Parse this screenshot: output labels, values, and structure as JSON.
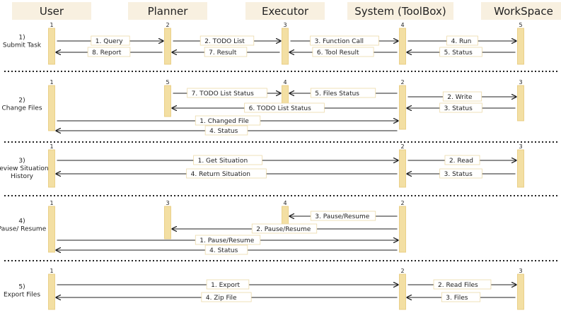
{
  "colors": {
    "header_fill": "#f8f0e0",
    "bar_fill": "#f3dfa3",
    "bar_stroke": "#e7c978",
    "label_box_stroke": "#ecd9a8",
    "arrow": "#1f1f1f",
    "text": "#222222",
    "separator": "#222222"
  },
  "actors": [
    {
      "key": "user",
      "name": "User"
    },
    {
      "key": "planner",
      "name": "Planner"
    },
    {
      "key": "executor",
      "name": "Executor"
    },
    {
      "key": "toolbox",
      "name": "System (ToolBox)"
    },
    {
      "key": "workspace",
      "name": "WorkSpace"
    }
  ],
  "sections": [
    {
      "label": [
        "1)",
        "Submit Task"
      ],
      "bars": [
        {
          "actor": "user",
          "number": "1"
        },
        {
          "actor": "planner",
          "number": "2"
        },
        {
          "actor": "executor",
          "number": "3"
        },
        {
          "actor": "toolbox",
          "number": "4"
        },
        {
          "actor": "workspace",
          "number": "5"
        }
      ],
      "messages": [
        {
          "from": "user",
          "to": "planner",
          "text": "1. Query"
        },
        {
          "from": "planner",
          "to": "executor",
          "text": "2. TODO List"
        },
        {
          "from": "executor",
          "to": "toolbox",
          "text": "3. Function Call"
        },
        {
          "from": "toolbox",
          "to": "workspace",
          "text": "4. Run"
        },
        {
          "from": "planner",
          "to": "user",
          "text": "8. Report"
        },
        {
          "from": "executor",
          "to": "planner",
          "text": "7. Result"
        },
        {
          "from": "toolbox",
          "to": "executor",
          "text": "6. Tool Result"
        },
        {
          "from": "workspace",
          "to": "toolbox",
          "text": "5. Status"
        }
      ]
    },
    {
      "label": [
        "2)",
        "Change Files"
      ],
      "bars": [
        {
          "actor": "user",
          "number": "1"
        },
        {
          "actor": "planner",
          "number": "5"
        },
        {
          "actor": "executor",
          "number": "4"
        },
        {
          "actor": "toolbox",
          "number": "2"
        },
        {
          "actor": "workspace",
          "number": "3"
        }
      ],
      "messages": [
        {
          "from": "planner",
          "to": "executor",
          "text": "7. TODO List Status"
        },
        {
          "from": "toolbox",
          "to": "executor",
          "text": "5. Files Status"
        },
        {
          "from": "toolbox",
          "to": "workspace",
          "text": "2. Write"
        },
        {
          "from": "toolbox",
          "to": "planner",
          "text": "6. TODO List Status"
        },
        {
          "from": "workspace",
          "to": "toolbox",
          "text": "3. Status"
        },
        {
          "from": "user",
          "to": "toolbox",
          "text": "1. Changed File"
        },
        {
          "from": "toolbox",
          "to": "user",
          "text": "4. Status"
        }
      ]
    },
    {
      "label": [
        "3)",
        "Review Situation",
        "History"
      ],
      "bars": [
        {
          "actor": "user",
          "number": "1"
        },
        {
          "actor": "toolbox",
          "number": "2"
        },
        {
          "actor": "workspace",
          "number": "3"
        }
      ],
      "messages": [
        {
          "from": "user",
          "to": "toolbox",
          "text": "1. Get Situation"
        },
        {
          "from": "toolbox",
          "to": "workspace",
          "text": "2. Read"
        },
        {
          "from": "toolbox",
          "to": "user",
          "text": "4. Return Situation"
        },
        {
          "from": "workspace",
          "to": "toolbox",
          "text": "3. Status"
        }
      ]
    },
    {
      "label": [
        "4)",
        "Pause/ Resume"
      ],
      "bars": [
        {
          "actor": "user",
          "number": "1"
        },
        {
          "actor": "planner",
          "number": "3"
        },
        {
          "actor": "executor",
          "number": "4"
        },
        {
          "actor": "toolbox",
          "number": "2"
        }
      ],
      "messages": [
        {
          "from": "toolbox",
          "to": "executor",
          "text": "3. Pause/Resume"
        },
        {
          "from": "toolbox",
          "to": "planner",
          "text": "2. Pause/Resume"
        },
        {
          "from": "user",
          "to": "toolbox",
          "text": "1. Pause/Resume"
        },
        {
          "from": "toolbox",
          "to": "user",
          "text": "4. Status"
        }
      ]
    },
    {
      "label": [
        "5)",
        "Export Files"
      ],
      "bars": [
        {
          "actor": "user",
          "number": "1"
        },
        {
          "actor": "toolbox",
          "number": "2"
        },
        {
          "actor": "workspace",
          "number": "3"
        }
      ],
      "messages": [
        {
          "from": "user",
          "to": "toolbox",
          "text": "1. Export"
        },
        {
          "from": "toolbox",
          "to": "workspace",
          "text": "2. Read Files"
        },
        {
          "from": "toolbox",
          "to": "user",
          "text": "4. Zip File"
        },
        {
          "from": "workspace",
          "to": "toolbox",
          "text": "3. Files"
        }
      ]
    }
  ]
}
